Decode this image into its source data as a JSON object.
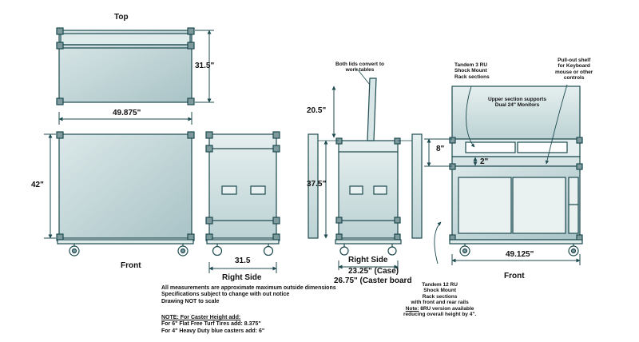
{
  "views": {
    "top_title": "Top",
    "front_left_title": "Front",
    "right_side_1_title": "Right Side",
    "right_side_2_title": "Right Side",
    "front_right_title": "Front"
  },
  "dimensions": {
    "top_depth": "31.5\"",
    "top_width": "49.875\"",
    "front_height": "42\"",
    "side1_depth": "31.5",
    "lid_height": "20.5\"",
    "case_height": "37.5\"",
    "case_depth": "23.25\" (Case)",
    "caster_board": "26.75\" (Caster board",
    "monitor_section": "8\"",
    "shelf_gap": "2\"",
    "front_width": "49.125\""
  },
  "callouts": {
    "lids": [
      "Both lids convert to",
      "work tables"
    ],
    "tandem_3ru": [
      "Tandem 3 RU",
      "Shock Mount",
      "Rack sections"
    ],
    "pullout_shelf": [
      "Pull-out shelf",
      "for Keyboard",
      "mouse or other",
      "controls"
    ],
    "upper_section": [
      "Upper section supports",
      "Dual 24\" Monitors"
    ],
    "tandem_12ru": [
      "Tandem 12 RU",
      "Shock Mount",
      "Rack sections",
      "with front and rear rails"
    ],
    "note_8ru_label": "Note:",
    "note_8ru_text": " 8RU version available",
    "note_8ru_line2": "reducing overall height by 4\"."
  },
  "notes": {
    "lines": [
      "All measurements are approximate maximum outside dimensions",
      "Specifications subject to change with out notice",
      "Drawing NOT to scale"
    ],
    "caster_heading": "NOTE: For Caster Height add:",
    "caster_lines": [
      "For 6\" Flat Free Turf Tires add: 8.375\"",
      "For 4\" Heavy Duty blue casters add: 6\""
    ]
  },
  "colors": {
    "line": "#1c4a4f",
    "panel": "#c3d6d8",
    "panel_light": "#e2ecec",
    "hardware": "#7f9a9d"
  }
}
